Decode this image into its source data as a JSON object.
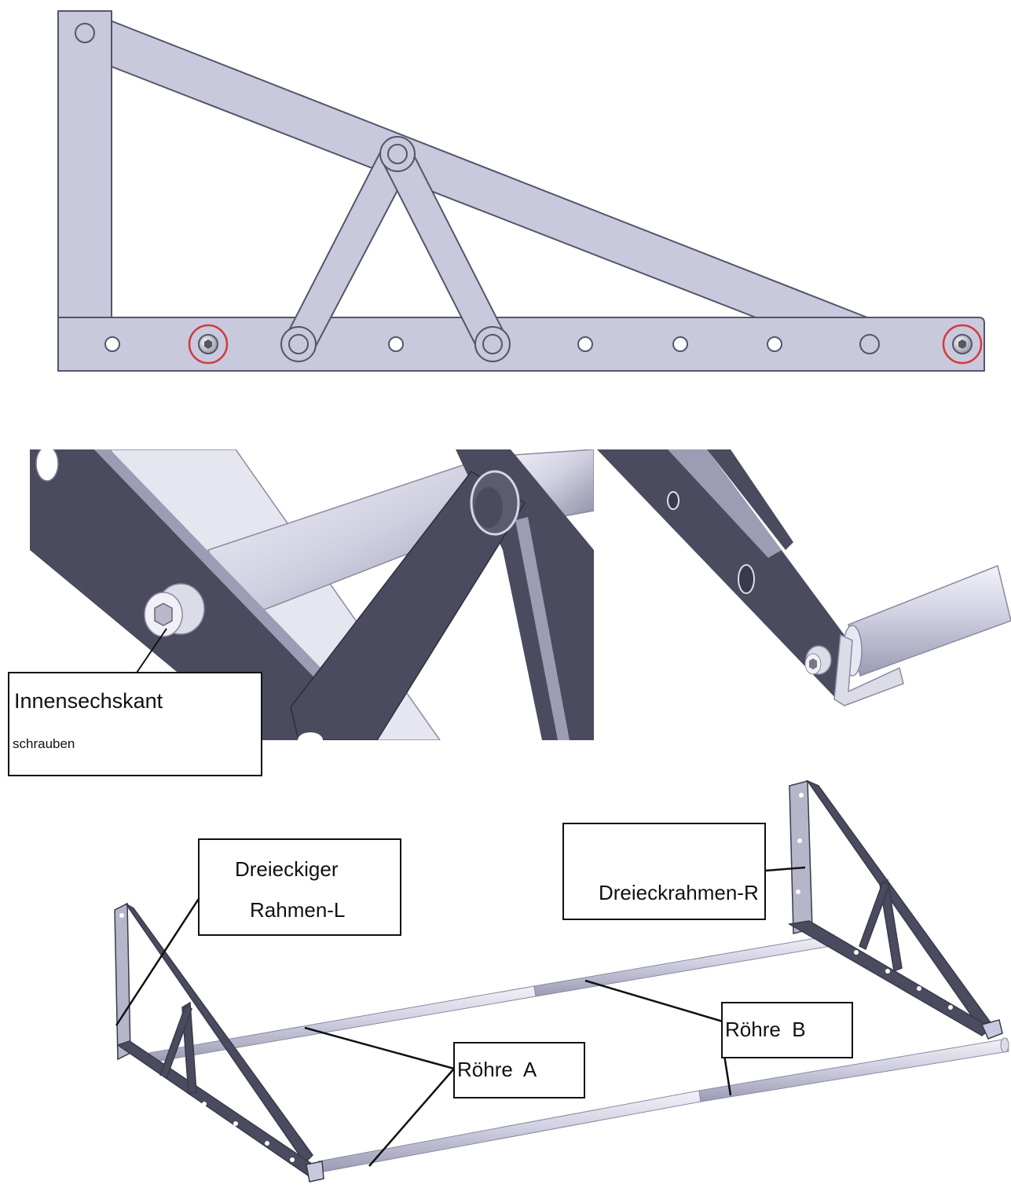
{
  "colors": {
    "frame_face": "#c9c9dd",
    "frame_edge": "#55556a",
    "dark_steel": "#4b4b5f",
    "tube_light": "#dcdcea",
    "tube_shade": "#a6a6bf",
    "highlight_ring": "#d23a3a",
    "callout_border": "#111111"
  },
  "labels": {
    "hex_screw_line1": "Innensechskant",
    "hex_screw_line2": "schrauben",
    "frame_left_line1": "Dreieckiger",
    "frame_left_line2": "Rahmen-L",
    "frame_right": "Dreieckrahmen-R",
    "tube_a": "Röhre  A",
    "tube_b": "Röhre  B"
  },
  "icons": {
    "screw": "hex-socket-screw-icon",
    "hole": "mounting-hole-icon"
  }
}
